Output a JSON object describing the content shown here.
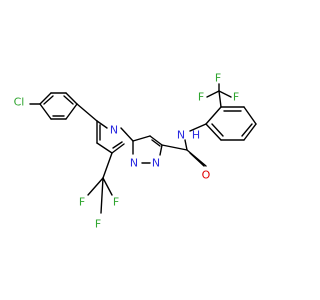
{
  "colors": {
    "background": "#ffffff",
    "bond": "#000000",
    "nitrogen": "#2a2ae0",
    "oxygen": "#e00000",
    "fluorine": "#2fa52f",
    "chlorine": "#2fa52f"
  },
  "atom_labels": {
    "cl": "Cl",
    "n_ring_top": "N",
    "n_ring_bridge": "N",
    "n_pyrazole": "N",
    "n_amide": "N",
    "h_amide": "H",
    "o_carbonyl": "O",
    "f_top_left": "F",
    "f_top_right": "F",
    "f_top_center": "F",
    "f_bottom_left": "F",
    "f_bottom_right": "F",
    "f_bottom_center": "F"
  }
}
